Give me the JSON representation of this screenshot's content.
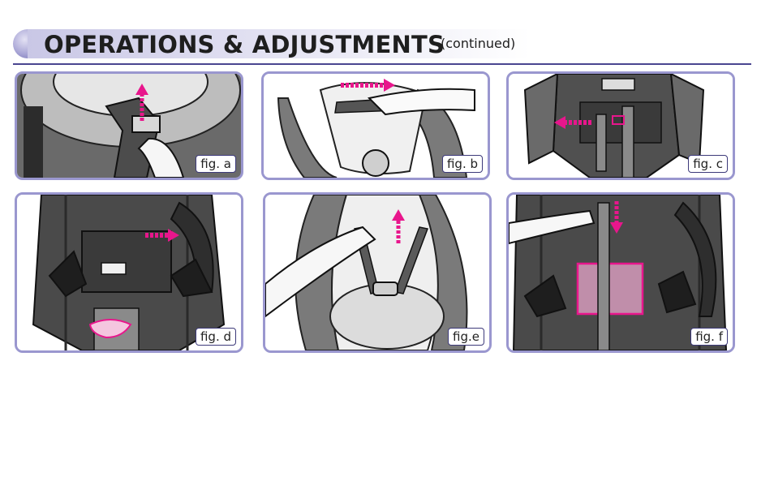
{
  "header": {
    "title": "OPERATIONS & ADJUSTMENTS",
    "subtitle": "(continued)"
  },
  "figures": [
    {
      "label": "fig. a"
    },
    {
      "label": "fig. b"
    },
    {
      "label": "fig. c"
    },
    {
      "label": "fig. d"
    },
    {
      "label": "fig.e"
    },
    {
      "label": "fig. f"
    }
  ],
  "colors": {
    "accent_magenta": "#e8168c",
    "frame_lavender": "#9a97cf",
    "rule_navy": "#4a4690"
  }
}
